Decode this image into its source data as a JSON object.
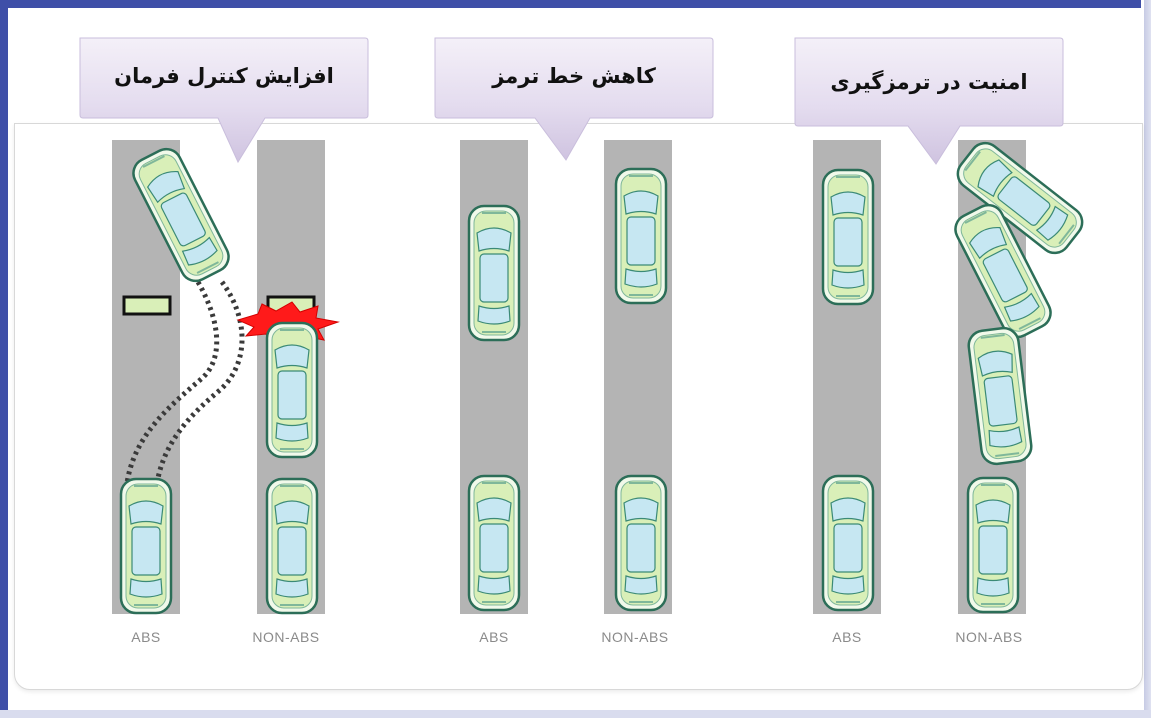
{
  "sections": [
    {
      "title": "افزایش کنترل فرمان",
      "labels": [
        "ABS",
        "NON-ABS"
      ]
    },
    {
      "title": "کاهش خط ترمز",
      "labels": [
        "ABS",
        "NON-ABS"
      ]
    },
    {
      "title": "امنیت در ترمزگیری",
      "labels": [
        "ABS",
        "NON-ABS"
      ]
    }
  ],
  "colors": {
    "frame": "#3f4fa8",
    "lane": "#b4b4b4",
    "car_body": "#d9efb8",
    "car_glass": "#c6e7f2",
    "car_outline": "#2c6e58",
    "bubble": "#e4dcef",
    "impact": "#ff1a1a"
  },
  "icons": [
    "car-icon",
    "obstacle-icon",
    "impact-burst-icon",
    "skid-path"
  ]
}
